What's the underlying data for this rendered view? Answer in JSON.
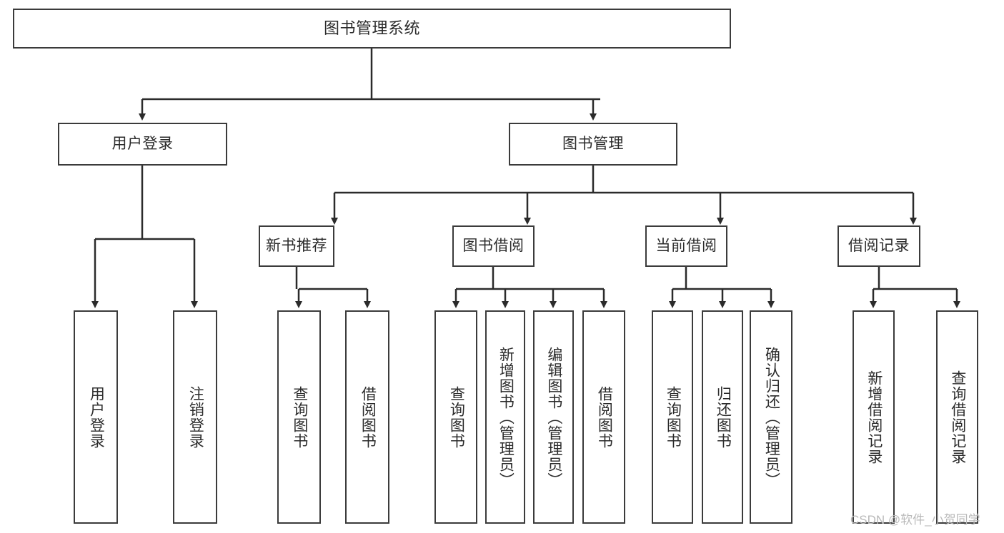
{
  "diagram": {
    "type": "hierarchy-tree",
    "title": "图书管理系统",
    "watermark": "CSDN @软件_小贺同学",
    "colors": {
      "stroke": "#3b3b3b",
      "fill": "#ffffff",
      "text": "#2b2b2b",
      "watermark": "#b9b9b9"
    },
    "nodes": {
      "root": {
        "label": "图书管理系统",
        "orientation": "horizontal"
      },
      "level1": [
        {
          "label": "用户登录",
          "orientation": "horizontal"
        },
        {
          "label": "图书管理",
          "orientation": "horizontal"
        }
      ],
      "level2": [
        {
          "label": "新书推荐",
          "orientation": "horizontal"
        },
        {
          "label": "图书借阅",
          "orientation": "horizontal"
        },
        {
          "label": "当前借阅",
          "orientation": "horizontal"
        },
        {
          "label": "借阅记录",
          "orientation": "horizontal"
        }
      ],
      "leaves": {
        "user_login": [
          {
            "label": "用户登录",
            "orientation": "vertical"
          },
          {
            "label": "注销登录",
            "orientation": "vertical"
          }
        ],
        "new_book_recommend": [
          {
            "label": "查询图书",
            "orientation": "vertical"
          },
          {
            "label": "借阅图书",
            "orientation": "vertical"
          }
        ],
        "book_borrow": [
          {
            "label": "查询图书",
            "orientation": "vertical"
          },
          {
            "label": "新增图书（管理员）",
            "orientation": "vertical"
          },
          {
            "label": "编辑图书（管理员）",
            "orientation": "vertical"
          },
          {
            "label": "借阅图书",
            "orientation": "vertical"
          }
        ],
        "current_borrow": [
          {
            "label": "查询图书",
            "orientation": "vertical"
          },
          {
            "label": "归还图书",
            "orientation": "vertical"
          },
          {
            "label": "确认归还（管理员）",
            "orientation": "vertical"
          }
        ],
        "borrow_record": [
          {
            "label": "新增借阅记录",
            "orientation": "vertical"
          },
          {
            "label": "查询借阅记录",
            "orientation": "vertical"
          }
        ]
      }
    }
  }
}
